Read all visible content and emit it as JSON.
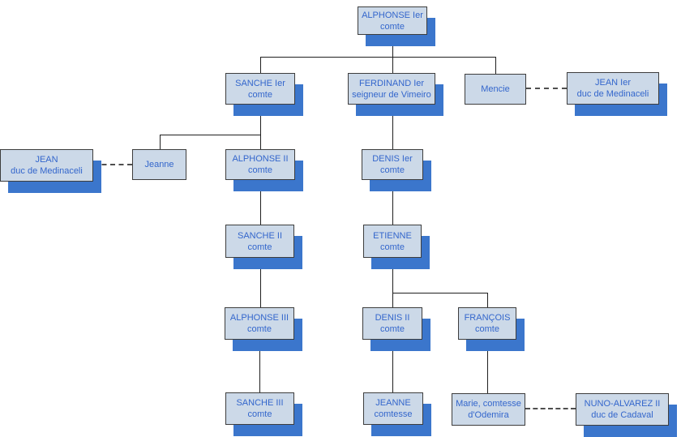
{
  "colors": {
    "box_fill": "#ccd9e8",
    "box_border": "#3d3d3d",
    "shadow_blue": "#3b76cc",
    "text_blue": "#3366cc",
    "solid_line": "#1f1f1f",
    "dashed_line": "#4f4f4f"
  },
  "nodes": {
    "alphonse1": {
      "name": "ALPHONSE Ier",
      "title": "comte"
    },
    "sanche1": {
      "name": "SANCHE Ier",
      "title": "comte"
    },
    "ferdinand1": {
      "name": "FERDINAND Ier",
      "title": "seigneur de Vimeiro"
    },
    "mencie": {
      "name": "Mencie"
    },
    "jean1_medinaceli": {
      "name": "JEAN Ier",
      "title": "duc de Medinaceli"
    },
    "jean_medinaceli": {
      "name": "JEAN",
      "title": "duc de Medinaceli"
    },
    "jeanne": {
      "name": "Jeanne"
    },
    "alphonse2": {
      "name": "ALPHONSE II",
      "title": "comte"
    },
    "denis1": {
      "name": "DENIS Ier",
      "title": "comte"
    },
    "sanche2": {
      "name": "SANCHE II",
      "title": "comte"
    },
    "etienne": {
      "name": "ETIENNE",
      "title": "comte"
    },
    "alphonse3": {
      "name": "ALPHONSE III",
      "title": "comte"
    },
    "denis2": {
      "name": "DENIS II",
      "title": "comte"
    },
    "francois": {
      "name": "FRANÇOIS",
      "title": "comte"
    },
    "sanche3": {
      "name": "SANCHE III",
      "title": "comte"
    },
    "jeanne2": {
      "name": "JEANNE",
      "title": "comtesse"
    },
    "marie": {
      "name": "Marie, comtesse",
      "title": "d'Odemira"
    },
    "nuno": {
      "name": "NUNO-ALVAREZ II",
      "title": "duc de Cadaval"
    }
  }
}
